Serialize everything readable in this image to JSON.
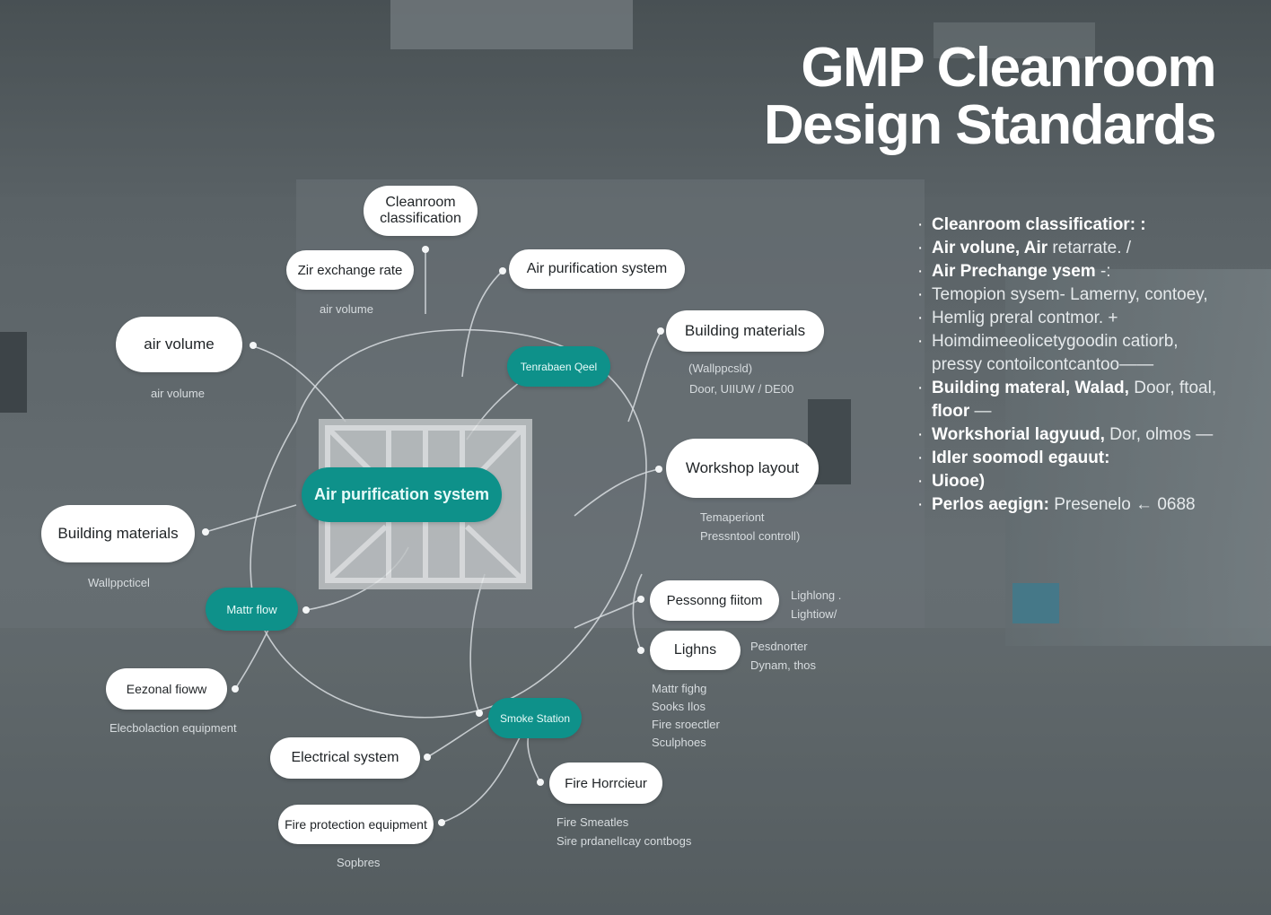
{
  "title": {
    "line1": "GMP Cleanroom",
    "line2": "Design Standards"
  },
  "nodes": {
    "cleanroom_classification": "Cleanroom\nclassification",
    "air_exchange_rate": "Zir exchange rate",
    "air_purification_top": "Air purification system",
    "air_volume": "air volume",
    "temperature_control": "Tenrabaen Qeel",
    "building_materials_right": "Building materials",
    "air_purification_center": "Air purification system",
    "workshop_layout": "Workshop layout",
    "building_materials_left": "Building materials",
    "matter_flow": "Mattr flow",
    "personnel_flow": "Pessonng fiitom",
    "lights": "Lighns",
    "personal_flow": "Eezonal fioww",
    "smoke_station": "Smoke Station",
    "electrical_system": "Electrical system",
    "fire_hydrant": "Fire Horrcieur",
    "fire_protection": "Fire protection equipment"
  },
  "labels": {
    "air_volume_top": "air volume",
    "air_volume_left": "air volume",
    "building_sub_1": "(Wallppcsld)",
    "building_sub_2": "Door,   UIIUW   / DE00",
    "workshop_sub_1": "Temaperiont",
    "workshop_sub_2": "Pressntool controll)",
    "building_left_sub": "Wallppcticel",
    "personnel_sub_1": "Lighlong .",
    "personnel_sub_2": "Lightiow/",
    "lights_sub_1": "Pesdnorter",
    "lights_sub_2": "Dynam, thos",
    "smoke_sub_1": "Mattr fighg",
    "smoke_sub_2": "Sooks Ilos",
    "smoke_sub_3": "Fire sroectler",
    "smoke_sub_4": "Sculphoes",
    "electro_sub": "Elecbolaction equipment",
    "fire_sub_1": "Fire Smeatles",
    "fire_sub_2": "Sire prdanelIcay contbogs",
    "fire_protection_sub": "Sopbres"
  },
  "bullets": [
    {
      "bold": "Cleanroom classificatior: :",
      "rest": ""
    },
    {
      "bold": "Air volune, Air",
      "rest": " retarrate. /"
    },
    {
      "bold": "Air Prechange ysem",
      "rest": " -:"
    },
    {
      "bold": "",
      "rest": "Temopion sysem- Lamerny, contoey,"
    },
    {
      "bold": "",
      "rest": "Hemlig preral contmor. +"
    },
    {
      "bold": "",
      "rest": "Hoimdimeeolicetygoodin catiorb,"
    },
    {
      "bold": "",
      "rest": "pressy contoilcontcantoo——",
      "cont": true
    },
    {
      "bold": "Building materal, Walad,",
      "rest": " Door,  ftoal,"
    },
    {
      "bold": "floor",
      "rest": " —",
      "cont": true
    },
    {
      "bold": "Workshorial lagyuud,",
      "rest": " Dor,  olmos —"
    },
    {
      "bold": "Idler soomodl egauut:",
      "rest": ""
    },
    {
      "bold": "Uiooe)",
      "rest": ""
    },
    {
      "bold": "Perlos aegign:",
      "rest": " Presenelo ← 0688"
    }
  ]
}
